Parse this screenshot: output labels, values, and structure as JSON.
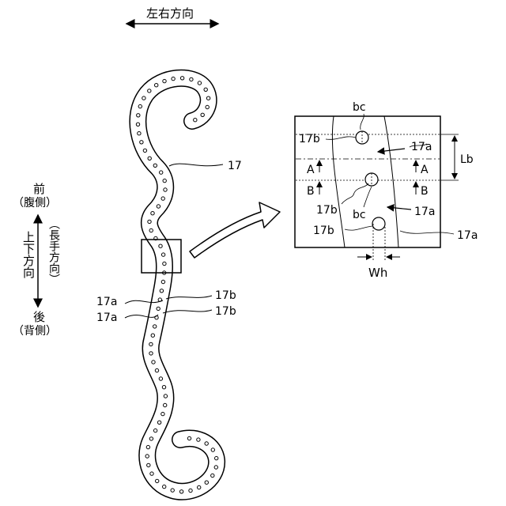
{
  "directions": {
    "left_right": "左右方向",
    "front": "前",
    "front_paren": "（腹側）",
    "up_down": "上下方向",
    "longitudinal": "（長手方向）",
    "rear": "後",
    "rear_paren": "（背側）"
  },
  "labels": {
    "strip_main": "17",
    "a_left_upper": "17a",
    "a_left_lower": "17a",
    "b_right_upper": "17b",
    "b_right_lower": "17b"
  },
  "detail": {
    "bc_top": "bc",
    "b_top": "17b",
    "a_top": "17a",
    "A_left": "A",
    "A_right": "A",
    "B_left": "B",
    "B_right": "B",
    "Lb": "Lb",
    "b_mid": "17b",
    "bc_mid": "bc",
    "a_mid": "17a",
    "b_bottom": "17b",
    "a_bottom": "17a",
    "Wh": "Wh"
  }
}
